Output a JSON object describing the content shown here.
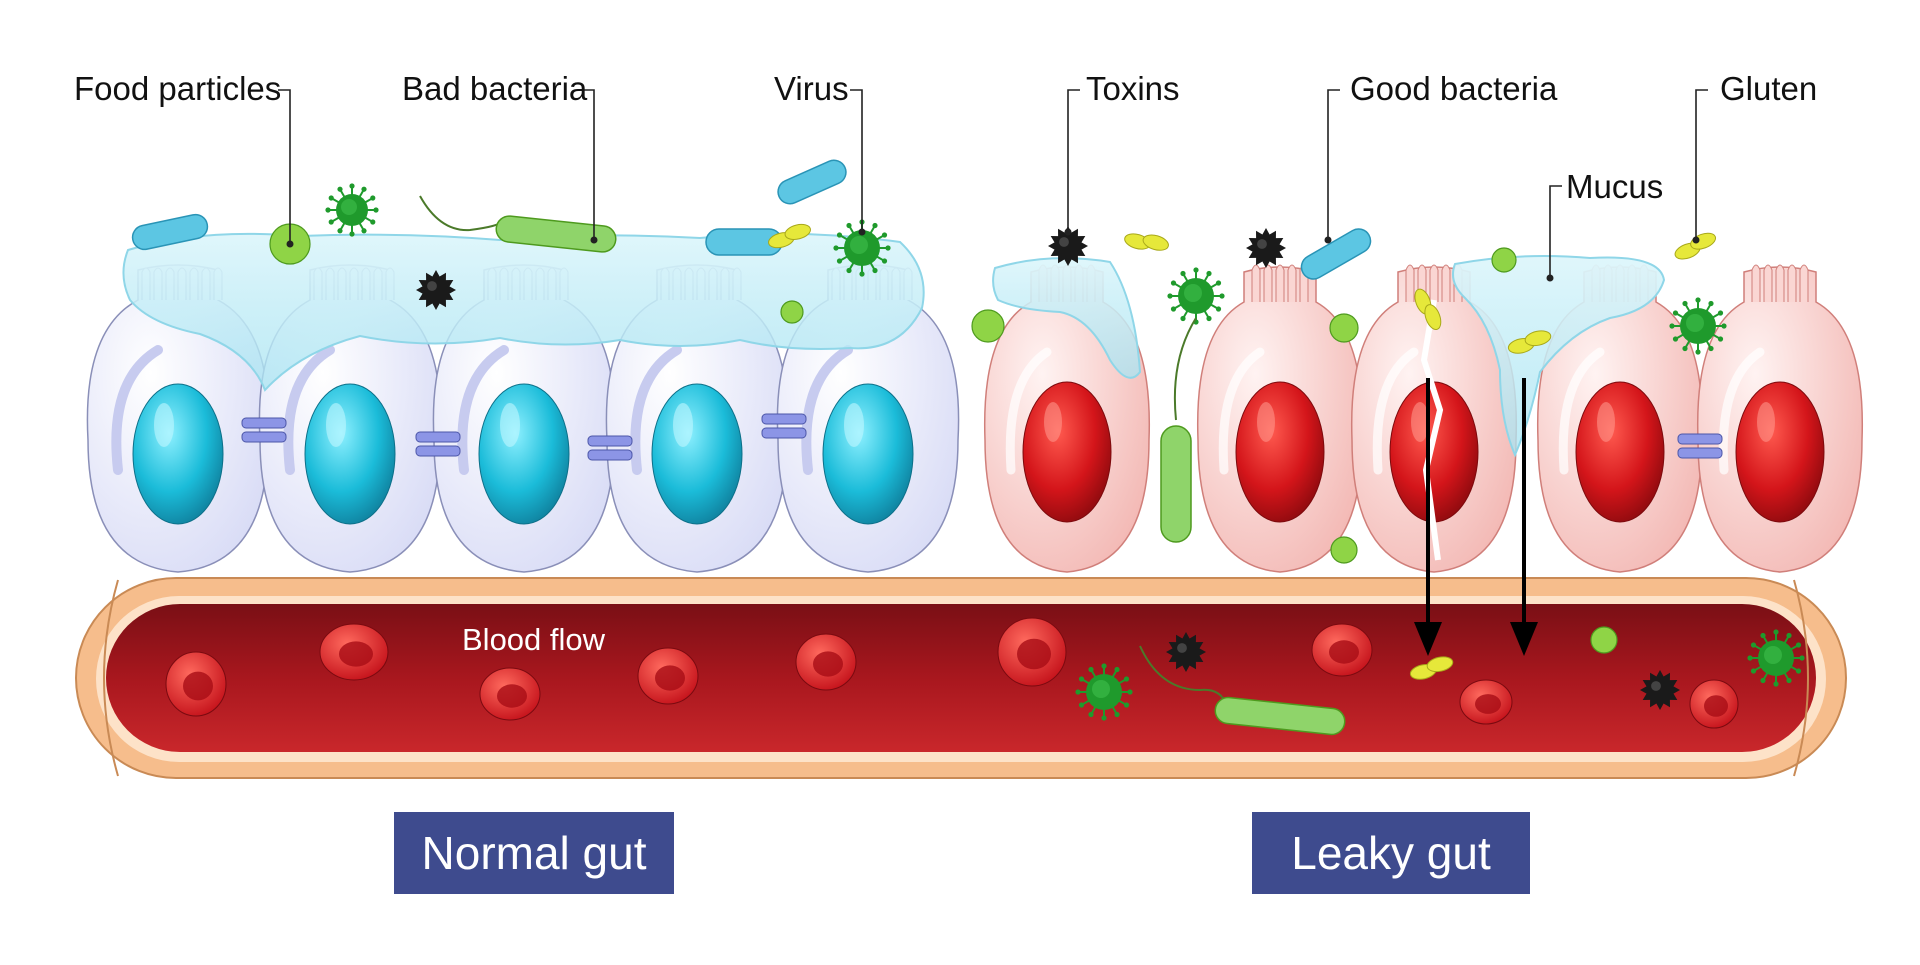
{
  "labels": {
    "food_particles": "Food particles",
    "bad_bacteria": "Bad bacteria",
    "virus": "Virus",
    "toxins": "Toxins",
    "good_bacteria": "Good bacteria",
    "gluten": "Gluten",
    "mucus": "Mucus",
    "blood_flow": "Blood flow"
  },
  "panels": {
    "normal": "Normal gut",
    "leaky": "Leaky gut"
  },
  "colors": {
    "normal_cell": "#e6e8fb",
    "normal_nucleus": "#22c4e0",
    "leaky_cell": "#f7c9c6",
    "leaky_nucleus": "#d11418",
    "vessel_wall": "#f6bd8c",
    "blood": "#a3151c",
    "mucus": "#bfeaf4",
    "junction": "#8c95e6",
    "badge": "#3e4b8e",
    "virus": "#1f9a2c",
    "toxin": "#1a1a1a",
    "bacteria_good": "#5cc6e3",
    "bacteria_bad": "#8fd46a",
    "gluten": "#e6e83a",
    "food_particle": "#8fd446"
  }
}
